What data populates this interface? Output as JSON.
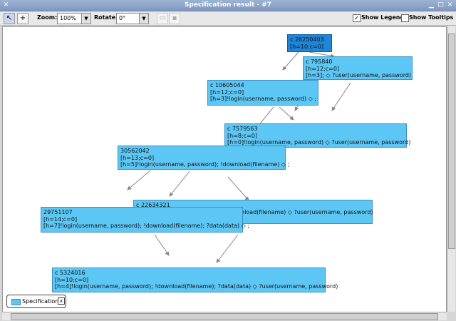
{
  "window": {
    "title": "Specification result - #7"
  },
  "toolbar": {
    "zoom_label": "Zoom:",
    "zoom_value": "100%",
    "rotate_label": "Rotate:",
    "rotate_value": "0°",
    "show_legend_label": "Show Legend",
    "show_legend_checked": true,
    "show_tooltips_label": "Show Tooltips",
    "show_tooltips_checked": false
  },
  "graph": {
    "nodes": [
      {
        "id": "n0",
        "l1": "c 26250403",
        "l2": "[h=10;c=0]",
        "l3": ""
      },
      {
        "id": "n1",
        "l1": "c 795840",
        "l2": "[h=12;c=0]",
        "l3": "[h=3]; ◇ ?user(username, password)"
      },
      {
        "id": "n2",
        "l1": "c 10605044",
        "l2": "[h=12;c=0]",
        "l3": "[h=3]!login(username, password) ◇ ;"
      },
      {
        "id": "n3",
        "l1": "c 7579563",
        "l2": "[h=8;c=0]",
        "l3": "[h=0]!login(username, password) ◇ ?user(username, password)"
      },
      {
        "id": "n4",
        "l1": "30562042",
        "l2": "[h=13;c=0]",
        "l3": "[h=5]!login(username, password); !download(filename) ◇ ;"
      },
      {
        "id": "n5",
        "l1": "c 22634321",
        "l2": "",
        "l3": "nload(filename) ◇ ?user(username, password)"
      },
      {
        "id": "n6",
        "l1": "29751107",
        "l2": "[h=14;c=0]",
        "l3": "[h=7]!login(username, password); !download(filename); ?data(data) ◇ ;"
      },
      {
        "id": "n7",
        "l1": "c 5324016",
        "l2": "[h=10;c=0]",
        "l3": "[h=4]!login(username, password); !download(filename); ?data(data) ◇ ?user(username, password)"
      }
    ]
  },
  "legend": {
    "label": "Specification",
    "close": "x"
  },
  "colors": {
    "node": "#5cc6f4",
    "node_selected": "#1e86d8",
    "edge": "#888888"
  }
}
